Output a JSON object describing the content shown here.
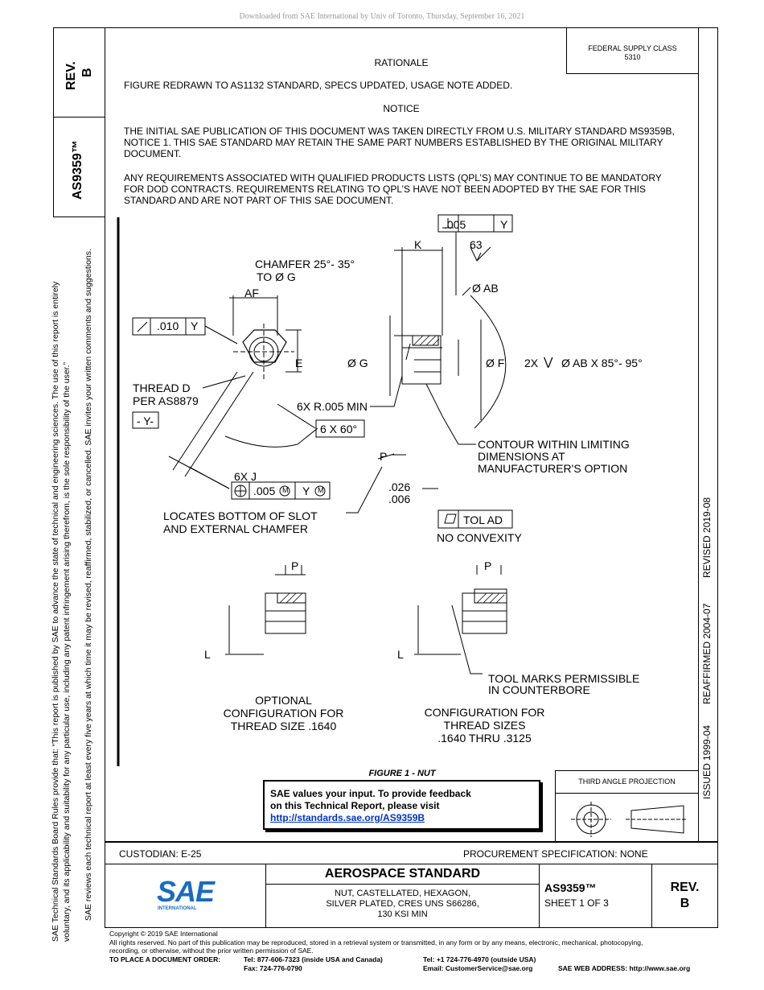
{
  "download_note": "Downloaded from SAE International by Univ of Toronto, Thursday, September 16, 2021",
  "side": {
    "rev_label": "REV.",
    "rev_value": "B",
    "doc_number": "AS9359™",
    "legal_line1": "SAE Technical Standards Board Rules provide that: “This report is published by SAE to advance the state of technical and engineering sciences. The use of this report is entirely",
    "legal_line2": "voluntary, and its applicability and suitability for any particular use, including any patent infringement arising therefrom, is the sole responsibility of the user.”",
    "legal_line3": "SAE reviews each technical report at least every five years at which time it may be revised, reaffirmed, stabilized, or cancelled. SAE invites your written comments and suggestions.",
    "issued": "ISSUED 1999-04",
    "reaffirmed": "REAFFIRMED 2004-07",
    "revised": "REVISED 2019-08"
  },
  "federal": {
    "line1": "FEDERAL SUPPLY CLASS",
    "line2": "5310"
  },
  "rationale": {
    "heading": "RATIONALE",
    "text": "FIGURE REDRAWN TO AS1132 STANDARD, SPECS UPDATED, USAGE NOTE ADDED."
  },
  "notice": {
    "heading": "NOTICE",
    "para1_line1": "THE INITIAL SAE PUBLICATION OF THIS DOCUMENT WAS TAKEN DIRECTLY FROM U.S. MILITARY STANDARD MS9359B,",
    "para1_line2": "NOTICE 1. THIS SAE STANDARD MAY RETAIN THE SAME PART NUMBERS ESTABLISHED BY THE ORIGINAL MILITARY",
    "para1_line3": "DOCUMENT.",
    "para2_line1": "ANY REQUIREMENTS ASSOCIATED WITH QUALIFIED PRODUCTS LISTS (QPL’S) MAY CONTINUE TO BE MANDATORY",
    "para2_line2": "FOR DOD CONTRACTS. REQUIREMENTS RELATING TO QPL’S HAVE NOT BEEN ADOPTED BY THE SAE FOR THIS",
    "para2_line3": "STANDARD AND ARE NOT PART OF THIS SAE DOCUMENT."
  },
  "figure": {
    "perp_value": ".005",
    "perp_datum": "Y",
    "k": "K",
    "finish": "63",
    "chamfer1": "CHAMFER 25°- 35°",
    "chamfer2": "TO Ø G",
    "af": "AF",
    "dia_ab": "Ø AB",
    "runout_value": ".010",
    "runout_datum": "Y",
    "e": "E",
    "dia_g": "Ø G",
    "dia_f": "Ø F",
    "ab_angle": "2X",
    "ab_angle2": "Ø AB X 85°- 95°",
    "thread1": "THREAD D",
    "thread2": "PER AS8879",
    "datum_y": "- Y-",
    "radius": "6X R.005 MIN",
    "angle": "6 X 60°",
    "contour1": "CONTOUR WITHIN LIMITING",
    "contour2": "DIMENSIONS AT",
    "contour3": "MANUFACTURER'S OPTION",
    "p": "P",
    "sixj": "6X J",
    "pos_value": ".005",
    "pos_mod": "M",
    "pos_datum": "Y",
    "tol1": ".026",
    "tol2": ".006",
    "flat_value": "TOL AD",
    "no_convexity": "NO CONVEXITY",
    "locates1": "LOCATES BOTTOM OF SLOT",
    "locates2": "AND EXTERNAL CHAMFER",
    "l": "L",
    "tool1": "TOOL MARKS PERMISSIBLE",
    "tool2": "IN COUNTERBORE",
    "opt1": "OPTIONAL",
    "opt2": "CONFIGURATION FOR",
    "opt3": "THREAD SIZE .1640",
    "cfg1": "CONFIGURATION FOR",
    "cfg2": "THREAD SIZES",
    "cfg3": ".1640 THRU .3125",
    "caption": "FIGURE 1 - NUT"
  },
  "feedback": {
    "line1": "SAE values your input. To provide feedback",
    "line2": "on this Technical Report, please visit",
    "link": "http://standards.sae.org/AS9359B"
  },
  "projection": {
    "label": "THIRD ANGLE PROJECTION"
  },
  "title_block": {
    "custodian": "CUSTODIAN: E-25",
    "procurement": "PROCUREMENT SPECIFICATION: NONE",
    "standard": "AEROSPACE STANDARD",
    "desc1": "NUT, CASTELLATED, HEXAGON,",
    "desc2": "SILVER PLATED, CRES UNS S66286,",
    "desc3": "130 KSI MIN",
    "number": "AS9359™",
    "sheet": "SHEET 1 OF 3",
    "rev_label": "REV.",
    "rev_value": "B",
    "logo": "SAE",
    "logo_sub": "INTERNATIONAL"
  },
  "footer": {
    "copyright": "Copyright © 2019 SAE International",
    "rights1": "All rights reserved. No part of this publication may be reproduced, stored in a retrieval system or transmitted, in any form or by any means, electronic, mechanical, photocopying,",
    "rights2": "recording, or otherwise, without the prior written permission of SAE.",
    "order": "TO PLACE A DOCUMENT ORDER:",
    "tel_us": "Tel: 877-606-7323 (inside USA and Canada)",
    "fax": "Fax: 724-776-0790",
    "tel_out": "Tel: +1 724-776-4970 (outside USA)",
    "email": "Email: CustomerService@sae.org",
    "web": "SAE WEB ADDRESS: http://www.sae.org"
  }
}
